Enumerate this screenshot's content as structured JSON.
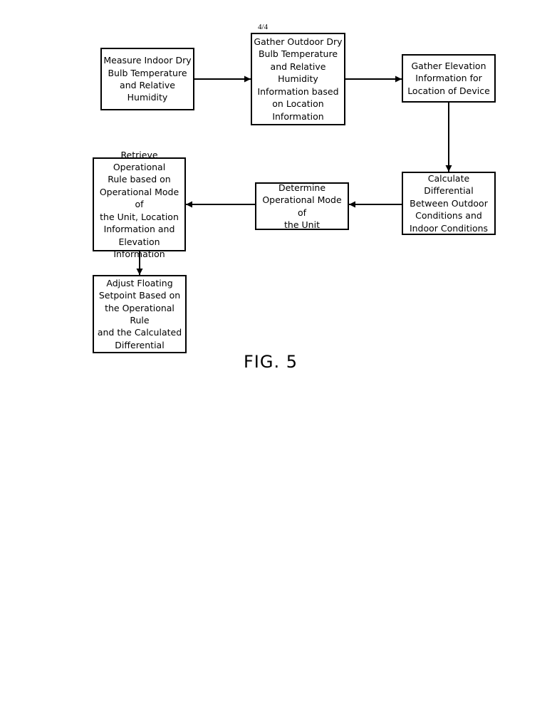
{
  "sheet_number": "4/4",
  "figure_label": "FIG. 5",
  "boxes": {
    "measure": "Measure Indoor Dry\nBulb Temperature\nand Relative\nHumidity",
    "outdoor": "Gather Outdoor Dry\nBulb Temperature\nand Relative\nHumidity\nInformation based\non Location\nInformation",
    "elevation": "Gather Elevation\nInformation for\nLocation of Device",
    "calculate": "Calculate Differential\nBetween Outdoor\nConditions and\nIndoor Conditions",
    "mode": "Determine\nOperational Mode of\nthe Unit",
    "retrieve": "Retrieve Operational\nRule based on\nOperational Mode of\nthe Unit, Location\nInformation and\nElevation\nInformation",
    "adjust": "Adjust Floating\nSetpoint Based on\nthe Operational Rule\nand the Calculated\nDifferential"
  },
  "flow": [
    [
      "measure",
      "outdoor"
    ],
    [
      "outdoor",
      "elevation"
    ],
    [
      "elevation",
      "calculate"
    ],
    [
      "calculate",
      "mode"
    ],
    [
      "mode",
      "retrieve"
    ],
    [
      "retrieve",
      "adjust"
    ]
  ]
}
